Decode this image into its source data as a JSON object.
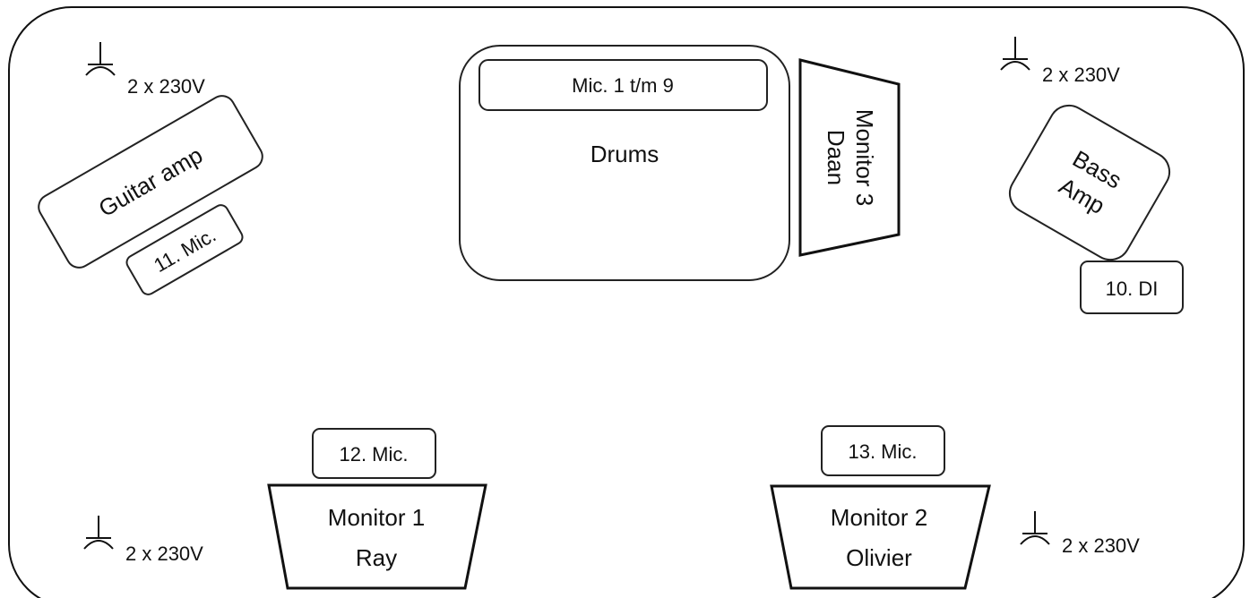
{
  "stage": {
    "outlets": [
      {
        "id": "top-left",
        "label": "2 x 230V"
      },
      {
        "id": "top-right",
        "label": "2 x 230V"
      },
      {
        "id": "bottom-left",
        "label": "2 x 230V"
      },
      {
        "id": "bottom-right",
        "label": "2 x 230V"
      }
    ],
    "drums": {
      "mic_label": "Mic. 1 t/m 9",
      "label": "Drums"
    },
    "monitor3": {
      "line1": "Monitor 3",
      "line2": "Daan"
    },
    "guitar": {
      "amp_label": "Guitar amp",
      "mic_label": "11. Mic."
    },
    "bass": {
      "line1": "Bass",
      "line2": "Amp",
      "di_label": "10. DI"
    },
    "monitor1": {
      "mic_label": "12. Mic.",
      "line1": "Monitor 1",
      "line2": "Ray"
    },
    "monitor2": {
      "mic_label": "13. Mic.",
      "line1": "Monitor 2",
      "line2": "Olivier"
    }
  }
}
